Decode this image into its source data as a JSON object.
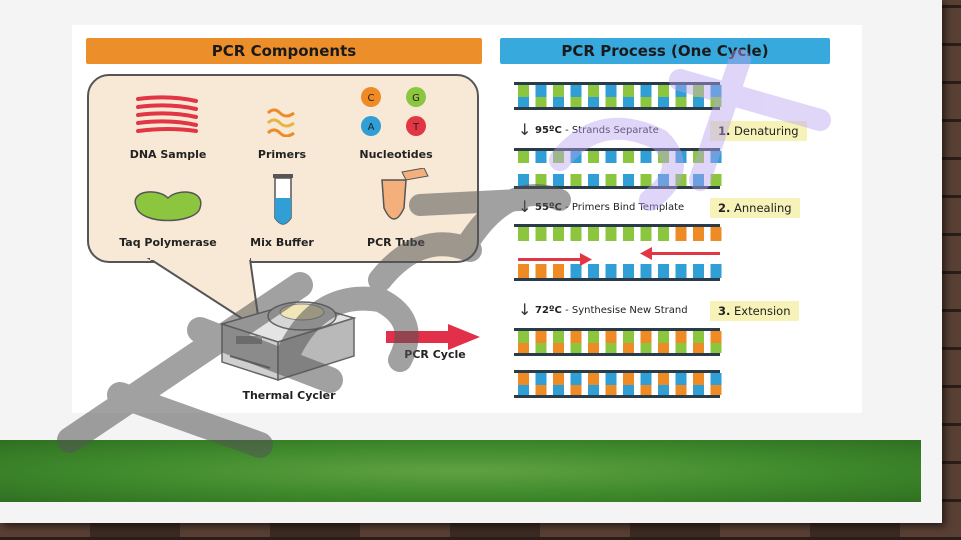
{
  "components": {
    "title": "PCR Components",
    "items": [
      {
        "label": "DNA Sample"
      },
      {
        "label": "Primers"
      },
      {
        "label": "Nucleotides"
      },
      {
        "label": "Taq Polymerase"
      },
      {
        "label": "Mix Buffer"
      },
      {
        "label": "PCR Tube"
      }
    ],
    "nucleotides": [
      "C",
      "G",
      "A",
      "T"
    ],
    "device_label": "Thermal Cycler",
    "cycle_label": "PCR Cycle"
  },
  "process": {
    "title": "PCR Process (One Cycle)",
    "steps": [
      {
        "temp": "95ºC",
        "desc": " - Strands Separate",
        "num": "1.",
        "name": " Denaturing"
      },
      {
        "temp": "55ºC",
        "desc": " - Primers Bind Template",
        "num": "2.",
        "name": " Annealing"
      },
      {
        "temp": "72ºC",
        "desc": " - Synthesise New Strand",
        "num": "3.",
        "name": " Extension"
      }
    ]
  },
  "colors": {
    "orange_header": "#ec8f2a",
    "blue_header": "#38a9dd",
    "strand_blue": "#2f9fd6",
    "strand_green": "#8cc63f",
    "strand_orange": "#ee8b25",
    "dna_red": "#e23645",
    "watermark": "#555555",
    "watermark_purple": "#b8a3f0"
  }
}
